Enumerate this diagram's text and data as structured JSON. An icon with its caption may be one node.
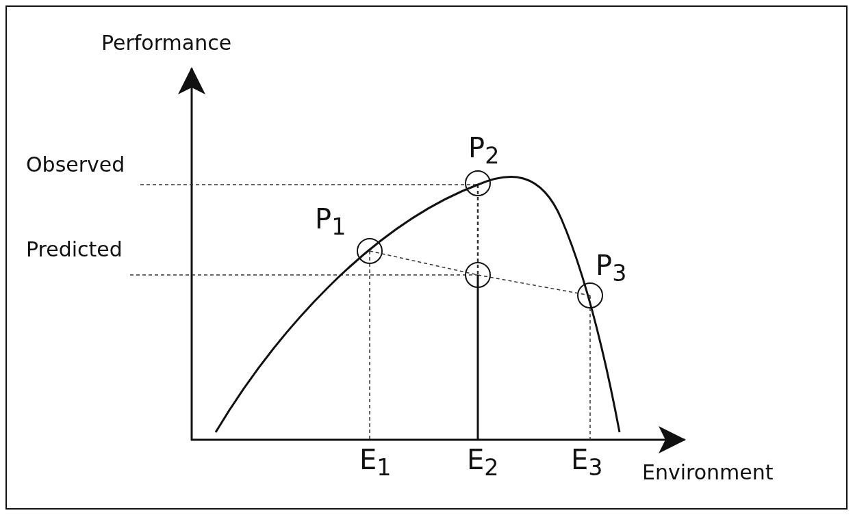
{
  "diagram": {
    "labels": [
      "Performance",
      "Observed",
      "P$_{2}$",
      "P$_{1}$",
      "Predicted",
      "P$_{3}$",
      "E$_{1}$",
      "E$_{2}$",
      "E$_{3}$",
      "Environment"
    ]
  }
}
